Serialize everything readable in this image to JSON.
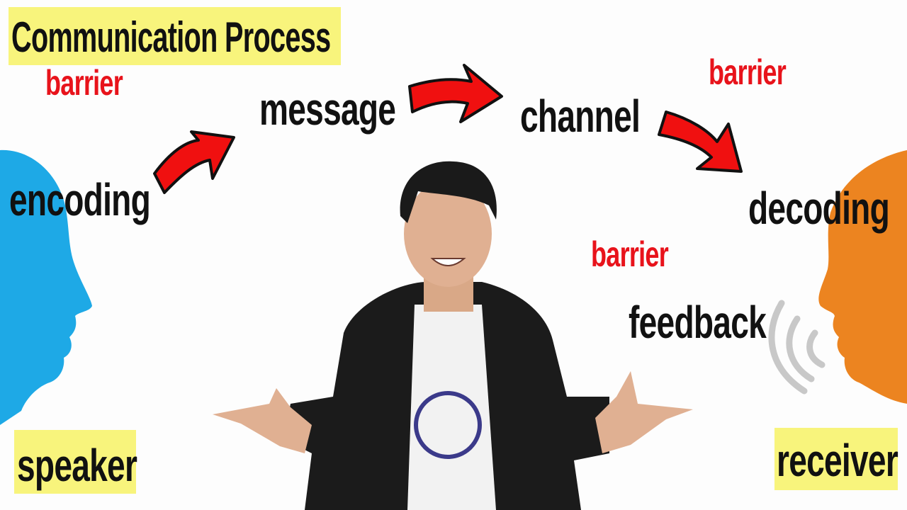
{
  "title": "Communication Process",
  "labels": {
    "encoding": "encoding",
    "message": "message",
    "channel": "channel",
    "decoding": "decoding",
    "feedback": "feedback",
    "barrier": "barrier",
    "speaker": "speaker",
    "receiver": "receiver"
  },
  "colors": {
    "highlight": "#f8f47c",
    "barrier": "#e8131b",
    "arrow": "#f01010",
    "speaker_head": "#1ea9e6",
    "receiver_head": "#ec8420"
  }
}
